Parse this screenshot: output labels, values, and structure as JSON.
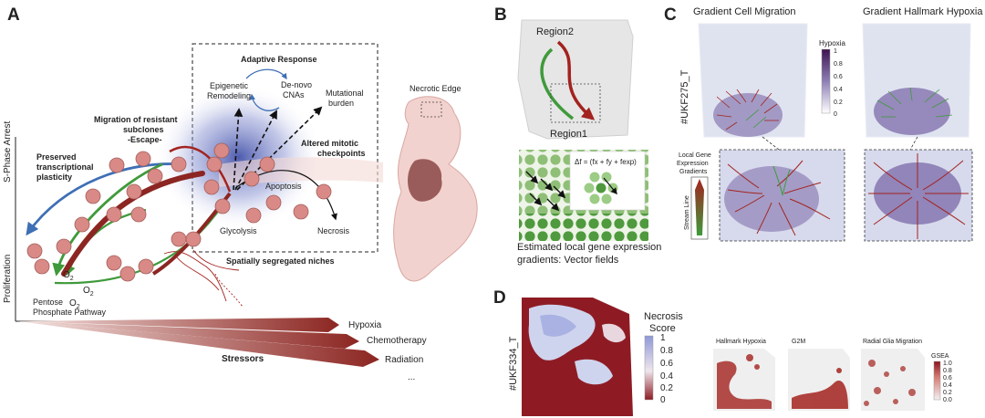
{
  "panel_a": {
    "letter": "A",
    "adaptive_response": "Adaptive Response",
    "epigenetic_1": "Epigenetic",
    "epigenetic_2": "Remodeling",
    "denovo_1": "De-novo",
    "denovo_2": "CNAs",
    "mutational_1": "Mutational",
    "mutational_2": "burden",
    "migration_1": "Migration of resistant",
    "migration_2": "subclones",
    "migration_3": "-Escape-",
    "preserved_1": "Preserved",
    "preserved_2": "transcriptional",
    "preserved_3": "plasticity",
    "altered_1": "Altered mitotic",
    "altered_2": "checkpoints",
    "apoptosis": "Apoptosis",
    "glycolysis": "Glycolysis",
    "necrosis": "Necrosis",
    "segregated": "Spatially segregated niches",
    "necrotic_edge": "Necrotic Edge",
    "sphase": "S-Phase Arrest",
    "proliferation": "Proliferation",
    "o2": "O",
    "o2_sub": "2",
    "pentose_1": "Pentose",
    "pentose_2": "Phosphate Pathway",
    "hypoxia": "Hypoxia",
    "chemotherapy": "Chemotherapy",
    "radiation": "Radiation",
    "ellipsis": "...",
    "stressors": "Stressors"
  },
  "panel_b": {
    "letter": "B",
    "region2": "Region2",
    "region1": "Region1",
    "formula": "Δf = (fx + fy + fexp)",
    "caption_1": "Estimated local gene expression",
    "caption_2": "gradients: Vector fields"
  },
  "panel_c": {
    "letter": "C",
    "title_left": "Gradient Cell Migration",
    "title_right": "Gradient Hallmark Hypoxia",
    "sample": "#UKF275_T",
    "legend_title": "Hypoxia",
    "legend_ticks": [
      "1",
      "0.8",
      "0.6",
      "0.4",
      "0.2",
      "0"
    ],
    "local_1": "Local Gene",
    "local_2": "Expression",
    "local_3": "Gradients",
    "stream_line": "Stream Line"
  },
  "panel_d": {
    "letter": "D",
    "sample": "#UKF334_T",
    "necrosis_1": "Necrosis",
    "necrosis_2": "Score",
    "necrosis_ticks": [
      "1",
      "0.8",
      "0.6",
      "0.4",
      "0.2",
      "0"
    ],
    "map1": "Hallmark Hypoxia",
    "map2": "G2M",
    "map3": "Radial Glia Migration",
    "gsea_title": "GSEA",
    "gsea_ticks": [
      "1.0",
      "0.8",
      "0.6",
      "0.4",
      "0.2",
      "0.0"
    ]
  },
  "colors": {
    "blue_arrow": "#3f6fb5",
    "green_arrow": "#3f9a3b",
    "red_arrow": "#a3231f",
    "cell": "#d98a86",
    "necrosis_red": "#8e1b24",
    "hypoxia_purple": "#4a1e5a"
  }
}
